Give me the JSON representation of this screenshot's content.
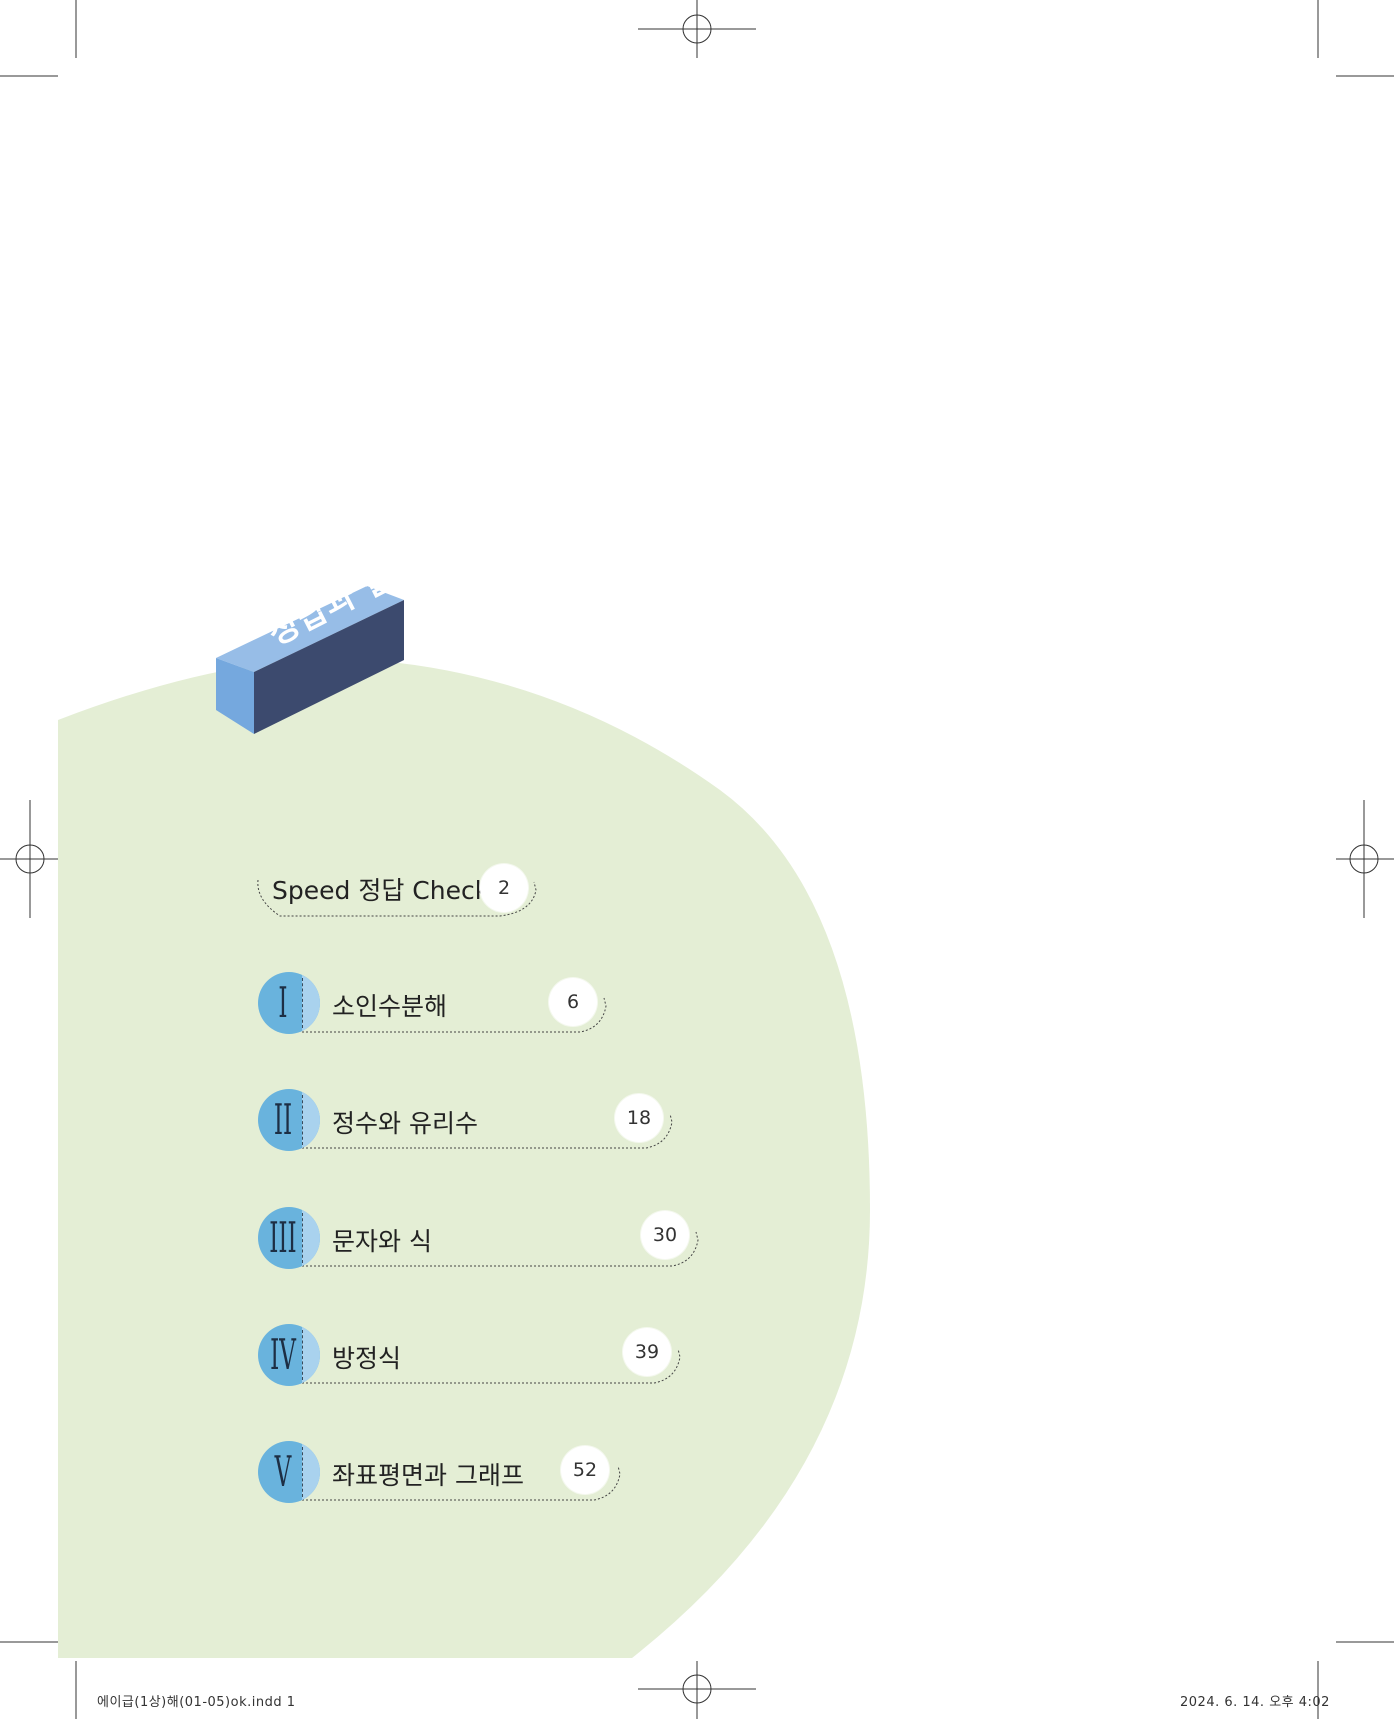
{
  "section_title": "정답과 풀이",
  "speed_check": {
    "label": "Speed 정답 Check",
    "page": "2"
  },
  "chapters": [
    {
      "numeral": "I",
      "label": "소인수분해",
      "page": "6"
    },
    {
      "numeral": "II",
      "label": "정수와 유리수",
      "page": "18"
    },
    {
      "numeral": "III",
      "label": "문자와 식",
      "page": "30"
    },
    {
      "numeral": "IV",
      "label": "방정식",
      "page": "39"
    },
    {
      "numeral": "V",
      "label": "좌표평면과 그래프",
      "page": "52"
    }
  ],
  "footer": {
    "file": "에이급(1상)해(01-05)ok.indd   1",
    "timestamp": "2024. 6. 14.   오후 4:02"
  },
  "colors": {
    "green_area": "#e4eed5",
    "box_top": "#97bde7",
    "box_front": "#75a8de",
    "box_side": "#3c4a6e",
    "roman_circle": "#69b3dd",
    "roman_half": "#a9d2ee"
  }
}
